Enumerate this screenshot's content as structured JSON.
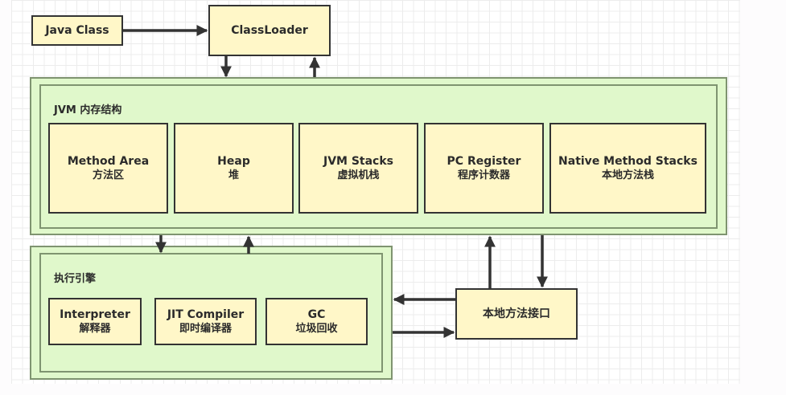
{
  "nodes": {
    "java_class": "Java Class",
    "class_loader": "ClassLoader",
    "native_interface": "本地方法接口"
  },
  "memory_area": {
    "title": "JVM 内存结构",
    "blocks": [
      {
        "en": "Method Area",
        "zh": "方法区"
      },
      {
        "en": "Heap",
        "zh": "堆"
      },
      {
        "en": "JVM Stacks",
        "zh": "虚拟机栈"
      },
      {
        "en": "PC Register",
        "zh": "程序计数器"
      },
      {
        "en": "Native Method Stacks",
        "zh": "本地方法栈"
      }
    ]
  },
  "execution_engine": {
    "title": "执行引擎",
    "blocks": [
      {
        "en": "Interpreter",
        "zh": "解释器"
      },
      {
        "en": "JIT Compiler",
        "zh": "即时编译器"
      },
      {
        "en": "GC",
        "zh": "垃圾回收"
      }
    ]
  },
  "colors": {
    "node_fill": "#fff7c8",
    "group_fill": "#e0f8cb",
    "group_border": "#7f9470",
    "arrow": "#333333"
  }
}
